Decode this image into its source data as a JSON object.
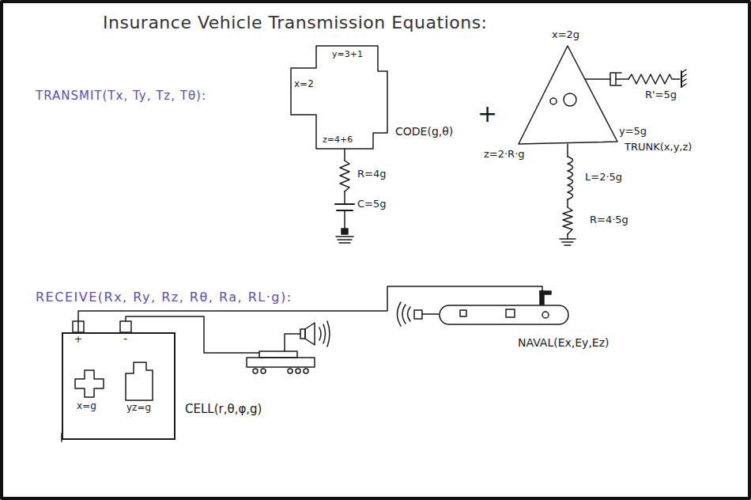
{
  "diagram": {
    "title": "Insurance Vehicle Transmission Equations:",
    "nodes": [
      {
        "text": [
          "x=2",
          "y=3+1",
          "z=4+6",
          "CODE(g,θ)"
        ]
      },
      {
        "text": [
          "x=2g",
          "y=5g",
          "z=2·R·g",
          "TRUNK(x,y,z)"
        ]
      },
      {
        "text": [
          "CELL(r,θ,φ,g)"
        ]
      },
      {
        "text": [
          "x=g"
        ],
        "in": 2
      },
      {
        "text": [
          "yz=g"
        ],
        "in": 2
      },
      {
        "text": [
          "NAVAL(Ex,Ey,Ez)"
        ]
      }
    ],
    "edges": [
      {
        "from": 2,
        "to": 5,
        "arrow": "none"
      }
    ],
    "labels": [
      "TRANSMIT(Tx, Ty, Tz, Tθ):",
      "R=4g",
      "C=5g",
      "+",
      "R'=5g",
      "L=2·5g",
      "R=4·5g",
      "RECEIVE(Rx, Ry, Rz, Rθ, Ra, RL·g):",
      "+",
      "-"
    ]
  }
}
